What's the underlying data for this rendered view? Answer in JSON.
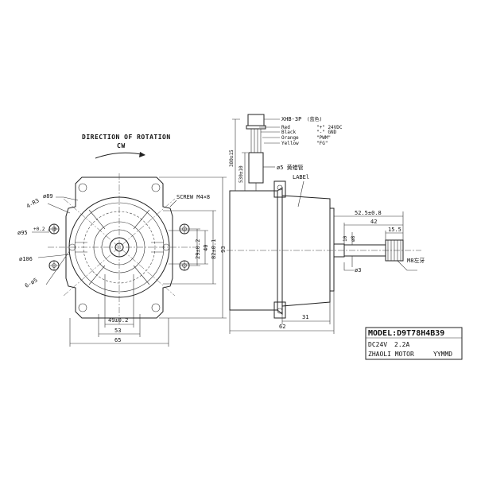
{
  "rotation": {
    "title": "DIRECTION OF ROTATION",
    "dir": "CW"
  },
  "screw": "SCREW M4×8",
  "front": {
    "d_89": "ø89",
    "r3": "4-R3",
    "d95": "ø95",
    "d95_tol": "+0.2 / 0",
    "d106": "ø106",
    "holes": "6-ø5",
    "w49": "49±0.2",
    "w53": "53",
    "w65": "65",
    "h29": "29±0.2",
    "h40": "40",
    "h82": "82±0.1",
    "h93": "93"
  },
  "connector": {
    "part": "XHB-3P",
    "part_note": "(蓝色)",
    "wires": [
      {
        "color": "Red",
        "signal": "\"+\" 24VDC"
      },
      {
        "color": "Black",
        "signal": "\"-\" GND"
      },
      {
        "color": "Orange",
        "signal": "\"PWM\""
      },
      {
        "color": "Yellow",
        "signal": "\"FG\""
      }
    ],
    "lead": "380±15",
    "sleeve_len": "530±10",
    "sleeve": "ø5 黄蜡管"
  },
  "side": {
    "label": "LABEl",
    "l52": "52.5±0.8",
    "l42": "42",
    "l15": "15.5",
    "d8": "ø8",
    "d8_flat": "10",
    "d3": "ø3",
    "thread": "M8左牙",
    "l31": "31",
    "l62": "62"
  },
  "nameplate": {
    "model": "MODEL:D9T78H4B39",
    "rating_v": "DC24V",
    "rating_a": "2.2A",
    "maker": "ZHAOLI MOTOR",
    "date": "YYMMD"
  }
}
